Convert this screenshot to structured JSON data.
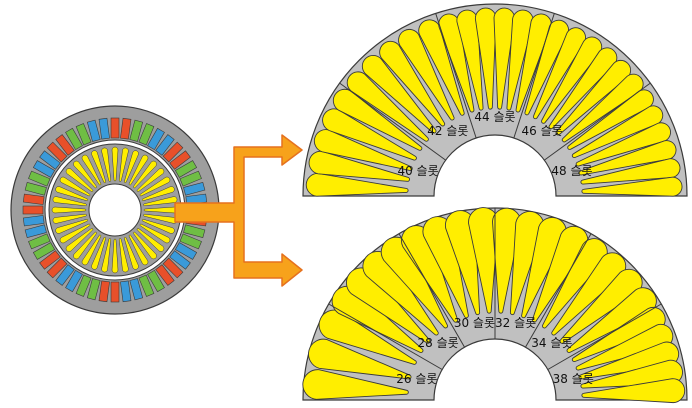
{
  "colors": {
    "rotor_gray": "#9e9e9e",
    "sector_gray": "#c0c0c0",
    "outline": "#3a3a3a",
    "slot_yellow": "#ffee00",
    "arrow_orange": "#f7a21b",
    "arrow_edge": "#e5711e",
    "coil_red": "#e8502a",
    "coil_green": "#6fbe44",
    "coil_blue": "#3a9ad9"
  },
  "top_fan": {
    "sectors": [
      {
        "label": "40 슬롯",
        "slots": 40
      },
      {
        "label": "42 슬롯",
        "slots": 42
      },
      {
        "label": "44 슬롯",
        "slots": 44
      },
      {
        "label": "46 슬롯",
        "slots": 46
      },
      {
        "label": "48 슬롯",
        "slots": 48
      }
    ]
  },
  "bottom_fan": {
    "sectors": [
      {
        "label": "26 슬롯",
        "slots": 26
      },
      {
        "label": "28 슬롯",
        "slots": 28
      },
      {
        "label": "30 슬롯",
        "slots": 30
      },
      {
        "label": "32 슬롯",
        "slots": 32
      },
      {
        "label": "34 슬롯",
        "slots": 34
      },
      {
        "label": "38 슬롯",
        "slots": 38
      }
    ]
  },
  "motor": {
    "inner_slots": 36,
    "outer_coils": 48
  },
  "arrow": {
    "targets": [
      "top_fan",
      "bottom_fan"
    ]
  }
}
